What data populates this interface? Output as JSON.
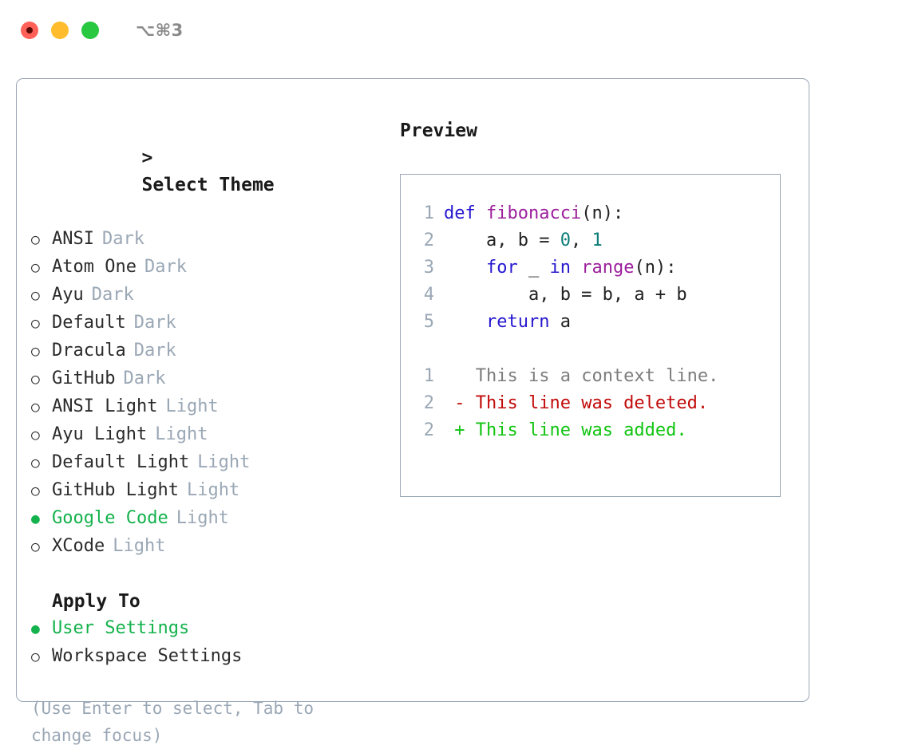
{
  "titlebar": {
    "shortcut": "⌥⌘3",
    "buttons": [
      {
        "name": "close",
        "color": "#ff6159"
      },
      {
        "name": "minimize",
        "color": "#ffbd2e"
      },
      {
        "name": "maximize",
        "color": "#28c840"
      }
    ]
  },
  "colors": {
    "accent_green": "#14b24c",
    "muted": "#9aa7b5",
    "text": "#2b2b2b",
    "border": "#9aa7b5",
    "keyword": "#2718cf",
    "function": "#9c1f9c",
    "number": "#0d7d77",
    "diff_context": "#7d7d7d",
    "diff_deleted": "#c20b0b",
    "diff_added": "#11c411"
  },
  "theme_section": {
    "caret": ">",
    "title": "Select Theme",
    "bullet_unselected": "○",
    "bullet_selected": "●",
    "items": [
      {
        "label": "ANSI",
        "category": "Dark",
        "selected": false
      },
      {
        "label": "Atom One",
        "category": "Dark",
        "selected": false
      },
      {
        "label": "Ayu",
        "category": "Dark",
        "selected": false
      },
      {
        "label": "Default",
        "category": "Dark",
        "selected": false
      },
      {
        "label": "Dracula",
        "category": "Dark",
        "selected": false
      },
      {
        "label": "GitHub",
        "category": "Dark",
        "selected": false
      },
      {
        "label": "ANSI Light",
        "category": "Light",
        "selected": false
      },
      {
        "label": "Ayu Light",
        "category": "Light",
        "selected": false
      },
      {
        "label": "Default Light",
        "category": "Light",
        "selected": false
      },
      {
        "label": "GitHub Light",
        "category": "Light",
        "selected": false
      },
      {
        "label": "Google Code",
        "category": "Light",
        "selected": true
      },
      {
        "label": "XCode",
        "category": "Light",
        "selected": false
      }
    ]
  },
  "apply_section": {
    "title": "Apply To",
    "items": [
      {
        "label": "User Settings",
        "selected": true
      },
      {
        "label": "Workspace Settings",
        "selected": false
      }
    ]
  },
  "hint": "(Use Enter to select, Tab to change focus)",
  "preview": {
    "title": "Preview",
    "code_lines": [
      {
        "no": "1",
        "tokens": [
          {
            "t": "def ",
            "c": "kw"
          },
          {
            "t": "fibonacci",
            "c": "fn"
          },
          {
            "t": "(n):",
            "c": "pl"
          }
        ]
      },
      {
        "no": "2",
        "tokens": [
          {
            "t": "    a, b = ",
            "c": "pl"
          },
          {
            "t": "0",
            "c": "num"
          },
          {
            "t": ", ",
            "c": "pl"
          },
          {
            "t": "1",
            "c": "num"
          }
        ]
      },
      {
        "no": "3",
        "tokens": [
          {
            "t": "    ",
            "c": "pl"
          },
          {
            "t": "for",
            "c": "kw"
          },
          {
            "t": " _ ",
            "c": "pl"
          },
          {
            "t": "in",
            "c": "kw"
          },
          {
            "t": " ",
            "c": "pl"
          },
          {
            "t": "range",
            "c": "fn"
          },
          {
            "t": "(n):",
            "c": "pl"
          }
        ]
      },
      {
        "no": "4",
        "tokens": [
          {
            "t": "        a, b = b, a + b",
            "c": "pl"
          }
        ]
      },
      {
        "no": "5",
        "tokens": [
          {
            "t": "    ",
            "c": "pl"
          },
          {
            "t": "return",
            "c": "kw"
          },
          {
            "t": " a",
            "c": "pl"
          }
        ]
      }
    ],
    "diff_lines": [
      {
        "no": "1",
        "marker": " ",
        "text": "This is a context line.",
        "kind": "ctx"
      },
      {
        "no": "2",
        "marker": "-",
        "text": "This line was deleted.",
        "kind": "del"
      },
      {
        "no": "2",
        "marker": "+",
        "text": "This line was added.",
        "kind": "add"
      }
    ]
  }
}
